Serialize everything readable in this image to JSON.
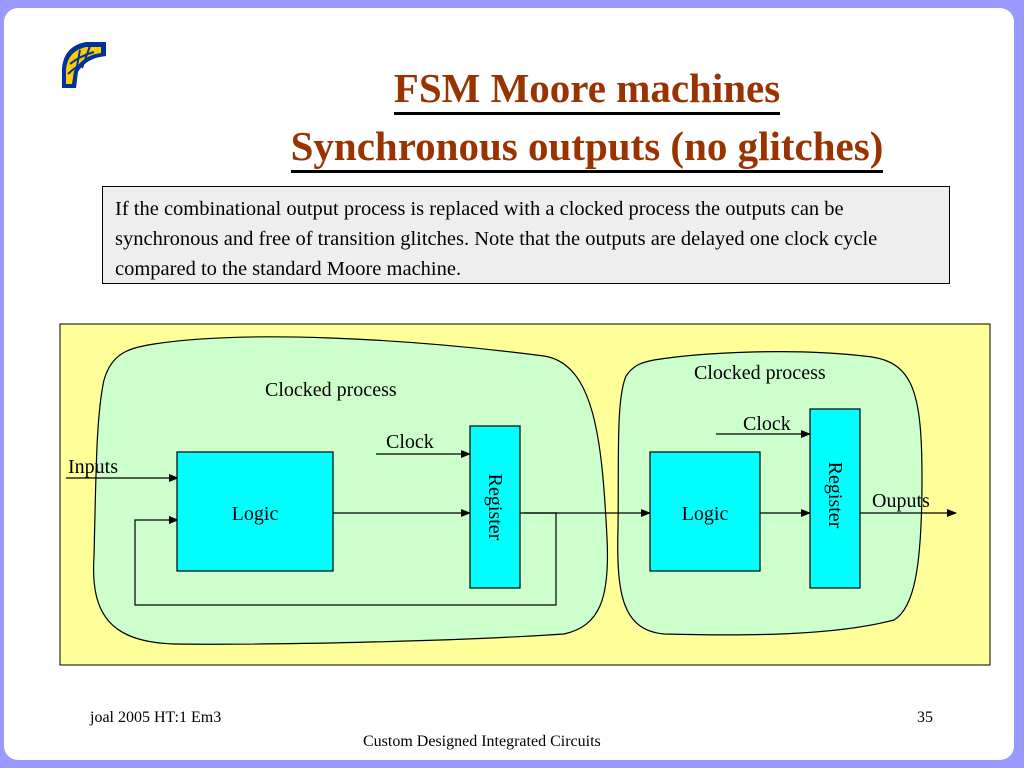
{
  "slide": {
    "title_line1": "FSM Moore machines",
    "title_line2": "Synchronous outputs (no glitches)",
    "note": "If the combinational output process is replaced with a clocked process the outputs can be synchronous and free of transition glitches. Note that the outputs are delayed one clock cycle compared to the standard Moore machine."
  },
  "diagram": {
    "left_process_label": "Clocked process",
    "right_process_label": "Clocked process",
    "left_clock_label": "Clock",
    "right_clock_label": "Clock",
    "inputs_label": "Inputs",
    "outputs_label": "Ouputs",
    "left_logic_label": "Logic",
    "right_logic_label": "Logic",
    "left_register_label": "Register",
    "right_register_label": "Register"
  },
  "footer": {
    "left": "joal 2005 HT:1 Em3",
    "page_number": "35",
    "course": "Custom Designed Integrated Circuits"
  },
  "colors": {
    "background": "#9999ff",
    "title": "#993300",
    "diagram_background": "#ffff99",
    "process_region": "#ccffcc",
    "block_fill": "#00ffff"
  }
}
